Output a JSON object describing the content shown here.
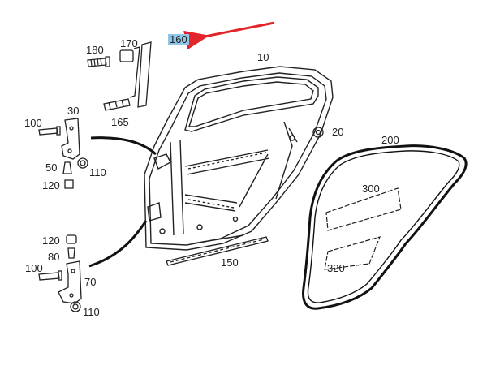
{
  "diagram": {
    "callouts": {
      "c10": "10",
      "c20": "20",
      "c30": "30",
      "c50": "50",
      "c70": "70",
      "c80": "80",
      "c100a": "100",
      "c100b": "100",
      "c110a": "110",
      "c110b": "110",
      "c120a": "120",
      "c120b": "120",
      "c150": "150",
      "c160": "160",
      "c165": "165",
      "c170": "170",
      "c180": "180",
      "c200": "200",
      "c300": "300",
      "c320": "320"
    },
    "highlight": {
      "part": "160",
      "color": "#8fc6e8",
      "arrow_color": "#e3252b"
    },
    "line_color": "#222222"
  }
}
